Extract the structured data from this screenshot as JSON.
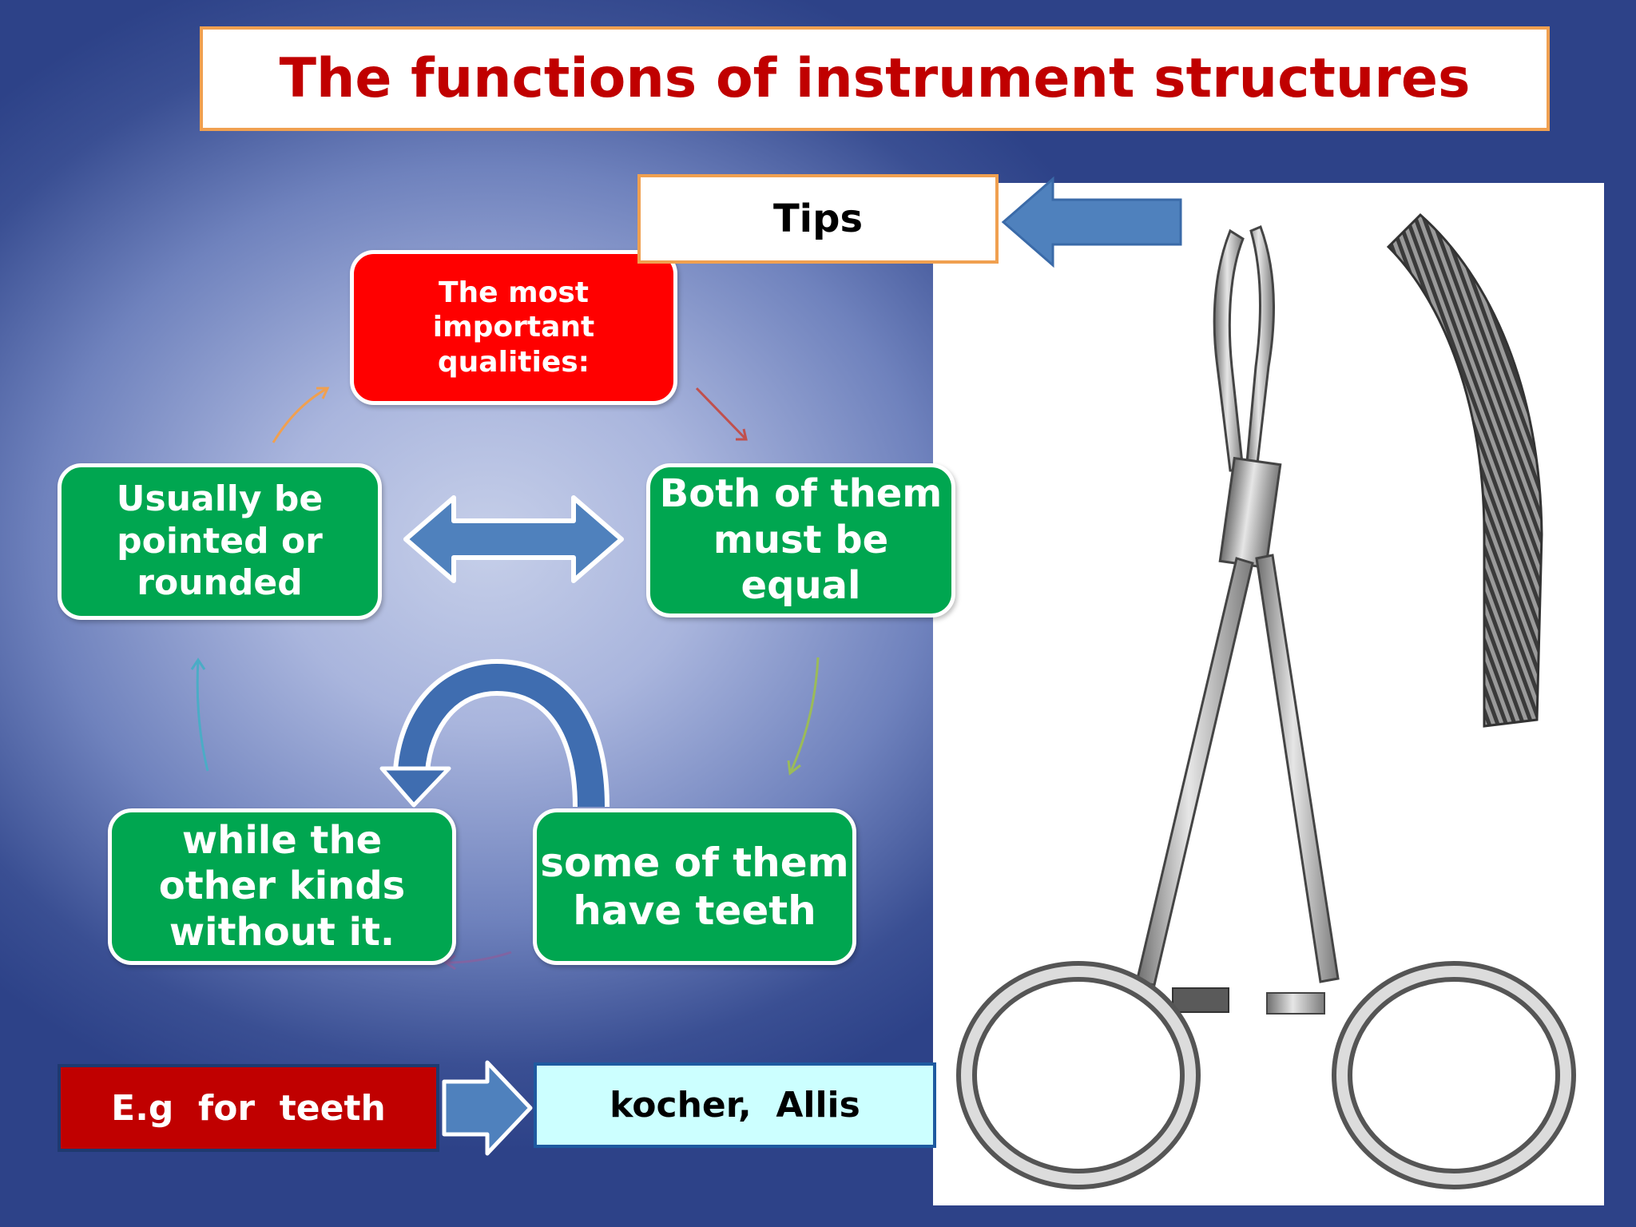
{
  "slide": {
    "title": "The functions of instrument structures",
    "tips_label": "Tips",
    "cycle": {
      "center": "The most important qualities:",
      "right": "Both of them must be equal",
      "bottom_right": "some of them have teeth",
      "bottom_left": "while the other kinds without it.",
      "left": "Usually be pointed or rounded"
    },
    "example": {
      "label": "E.g  for  teeth",
      "value": "kocher,  Allis"
    },
    "colors": {
      "title_text": "#c00000",
      "title_border": "#f0a050",
      "node_red": "#ff0000",
      "node_green": "#00a650",
      "example_label_bg": "#c00000",
      "example_value_bg": "#ccffff",
      "arrow_blue": "#4f81bd"
    },
    "image": "curved hemostat forceps with serrated jaw close-up"
  }
}
